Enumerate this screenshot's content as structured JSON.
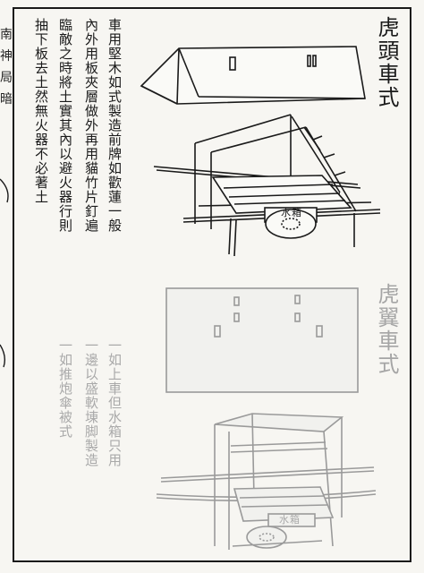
{
  "left_edge_glyphs": [
    "南",
    "神",
    "局",
    "暗"
  ],
  "titles": {
    "upper": "虎頭車式",
    "lower": "虎翼車式"
  },
  "text_columns_dark": [
    "車用堅木如式製造前牌如歡蓮一般",
    "內外用板夾層做外再用貓竹片釘遍",
    "臨敵之時將土實其內以避火器行則",
    "抽下板去土然無火器不必著土"
  ],
  "text_columns_faint": [
    "一如上車但水箱只用",
    "一邊以盛軟埬脚製造",
    "一如推炮傘被式"
  ],
  "cart_labels": {
    "upper_water_box": "水箱",
    "lower_water_box": "水箱"
  }
}
